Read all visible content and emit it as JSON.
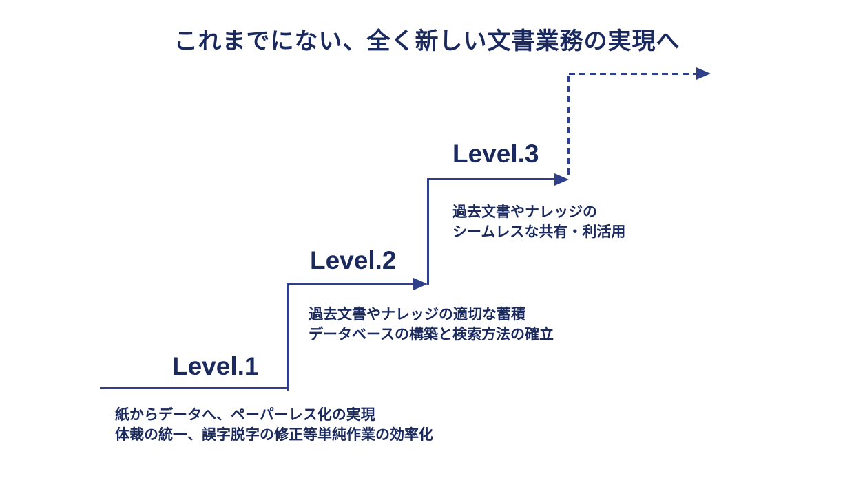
{
  "title": "これまでにない、全く新しい文書業務の実現へ",
  "colors": {
    "background": "#ffffff",
    "text": "#1b2a5e",
    "line": "#303f8c"
  },
  "levels": [
    {
      "label": "Level.1",
      "description_lines": [
        "紙からデータへ、ペーパーレス化の実現",
        "体裁の統一、誤字脱字の修正等単純作業の効率化"
      ]
    },
    {
      "label": "Level.2",
      "description_lines": [
        "過去文書やナレッジの適切な蓄積",
        "データベースの構築と検索方法の確立"
      ]
    },
    {
      "label": "Level.3",
      "description_lines": [
        "過去文書やナレッジの",
        "シームレスな共有・利活用"
      ]
    }
  ],
  "icons": {
    "step_arrows": "arrow-right-icon",
    "future_arrow": "dashed-arrow-up-right-icon"
  }
}
